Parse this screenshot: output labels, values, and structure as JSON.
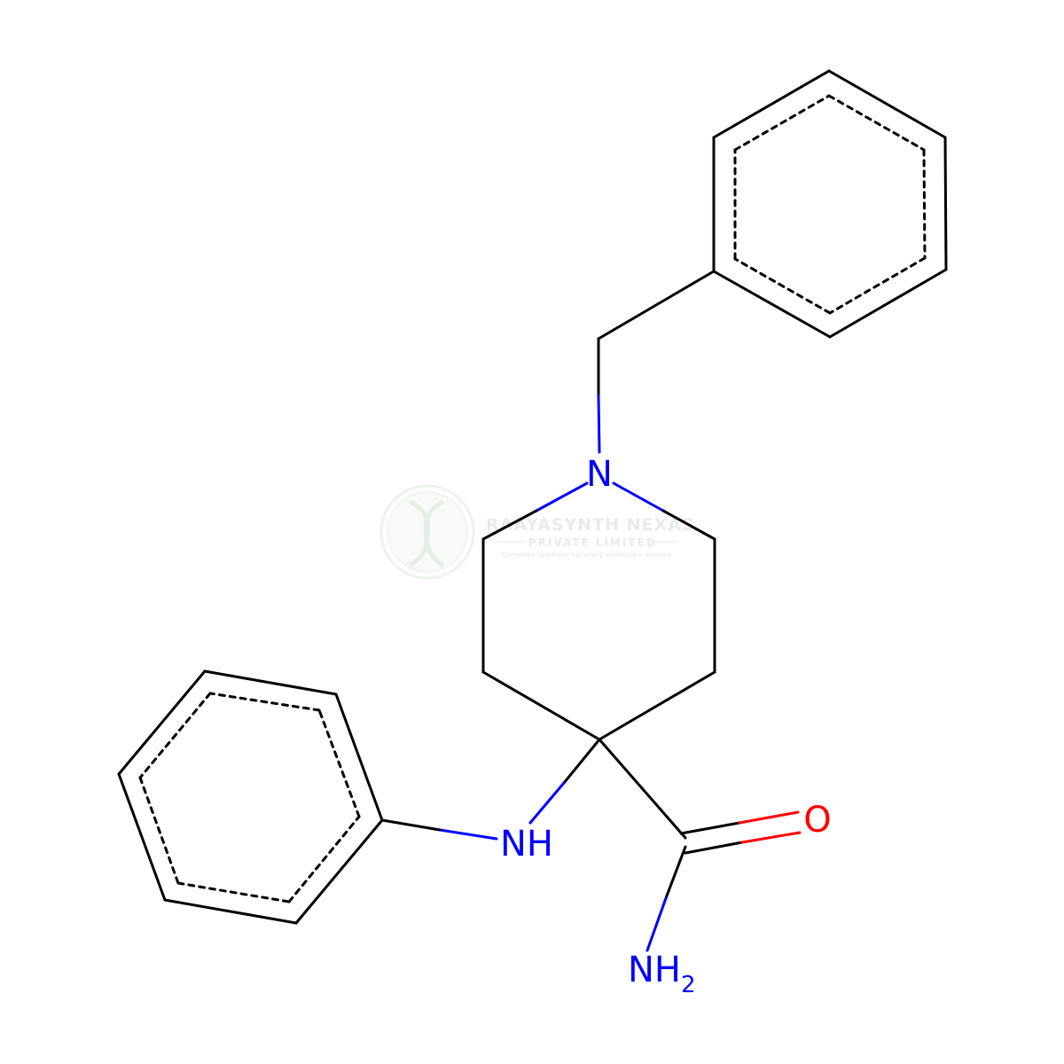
{
  "molecule": {
    "atoms": {
      "N_ring": {
        "label": "N",
        "color": "#0000ff"
      },
      "NH": {
        "label": "NH",
        "color": "#0000ff"
      },
      "O": {
        "label": "O",
        "color": "#ff0000"
      },
      "NH2": {
        "label": "NH",
        "sub": "2",
        "color": "#0000ff"
      }
    },
    "bond_color": "#000000"
  },
  "watermark": {
    "title": "RAAYASYNTH NEXAS",
    "subtitle": "PRIVATE LIMITED",
    "tagline": "Complete solutions for every molecule's journey",
    "color": "#c8d8c8"
  }
}
